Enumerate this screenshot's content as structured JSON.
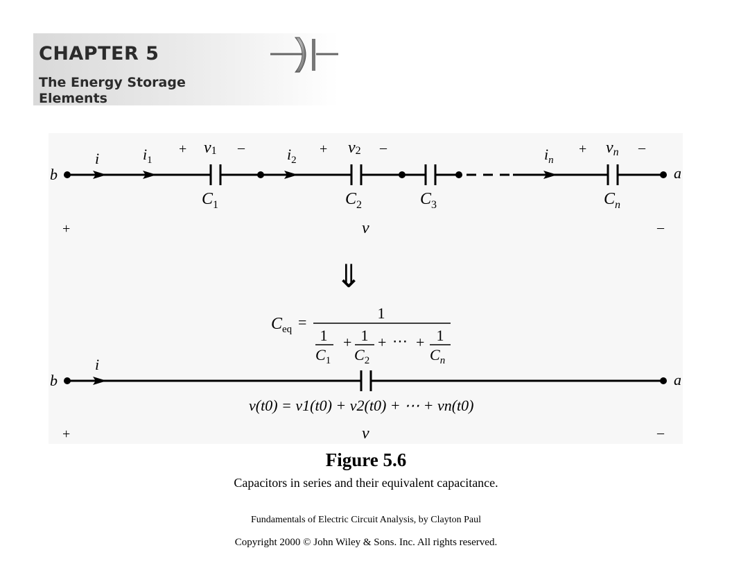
{
  "banner": {
    "chapter": "CHAPTER 5",
    "subtitle_line1": "The Energy Storage",
    "subtitle_line2": "Elements",
    "logo": "capacitor-logo-icon"
  },
  "circuit_top": {
    "node_left": "b",
    "node_right": "a",
    "current_main": "i",
    "current_1": "i",
    "current_1_sub": "1",
    "current_2": "i",
    "current_2_sub": "2",
    "current_n": "i",
    "current_n_sub": "n",
    "v1": "v",
    "v1_sub": "1",
    "v2": "v",
    "v2_sub": "2",
    "vn": "v",
    "vn_sub": "n",
    "c1": "C",
    "c1_sub": "1",
    "c2": "C",
    "c2_sub": "2",
    "c3": "C",
    "c3_sub": "3",
    "cn": "C",
    "cn_sub": "n",
    "plus": "+",
    "minus": "–",
    "total_v": "v"
  },
  "transform_arrow": "⇓",
  "equation": {
    "lhs": "C",
    "lhs_sub": "eq",
    "equals": "=",
    "numerator": "1",
    "one": "1",
    "d1": "C",
    "d1_sub": "1",
    "d2": "C",
    "d2_sub": "2",
    "dn": "C",
    "dn_sub": "n",
    "plus": "+",
    "ellipsis": "⋯"
  },
  "circuit_bottom": {
    "node_left": "b",
    "node_right": "a",
    "current": "i",
    "initial_voltage": "v(t0) = v1(t0) + v2(t0) + ⋯ + vn(t0)",
    "plus": "+",
    "minus": "–",
    "total_v": "v"
  },
  "figure": {
    "title": "Figure 5.6",
    "caption": "Capacitors in series and their equivalent capacitance.",
    "credit": "Fundamentals of Electric Circuit Analysis, by Clayton Paul",
    "copyright": "Copyright 2000 © John Wiley & Sons. Inc. All rights reserved."
  }
}
